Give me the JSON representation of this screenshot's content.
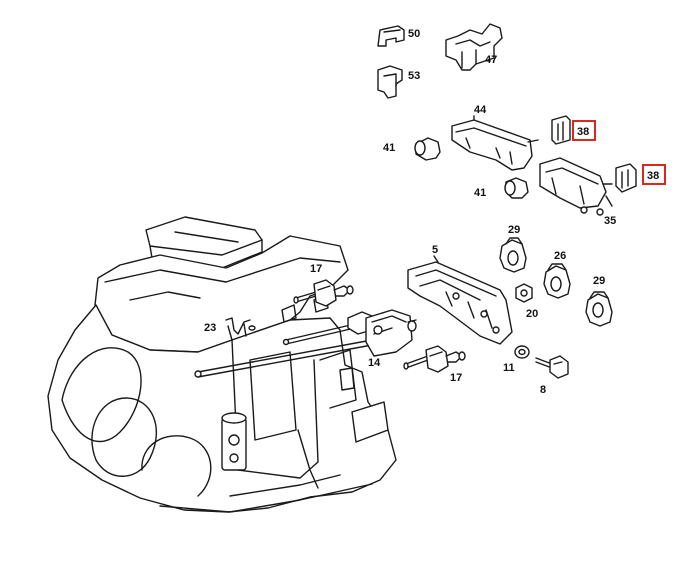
{
  "labels": {
    "p50": "50",
    "p53": "53",
    "p47": "47",
    "p44": "44",
    "p41a": "41",
    "p41b": "41",
    "p38a": "38",
    "p38b": "38",
    "p35": "35",
    "p29a": "29",
    "p29b": "29",
    "p26": "26",
    "p5": "5",
    "p17a": "17",
    "p17b": "17",
    "p23": "23",
    "p14": "14",
    "p20": "20",
    "p11": "11",
    "p8": "8"
  },
  "colors": {
    "line": "#1a1a1a",
    "highlight": "#d9281e",
    "background": "#ffffff"
  }
}
